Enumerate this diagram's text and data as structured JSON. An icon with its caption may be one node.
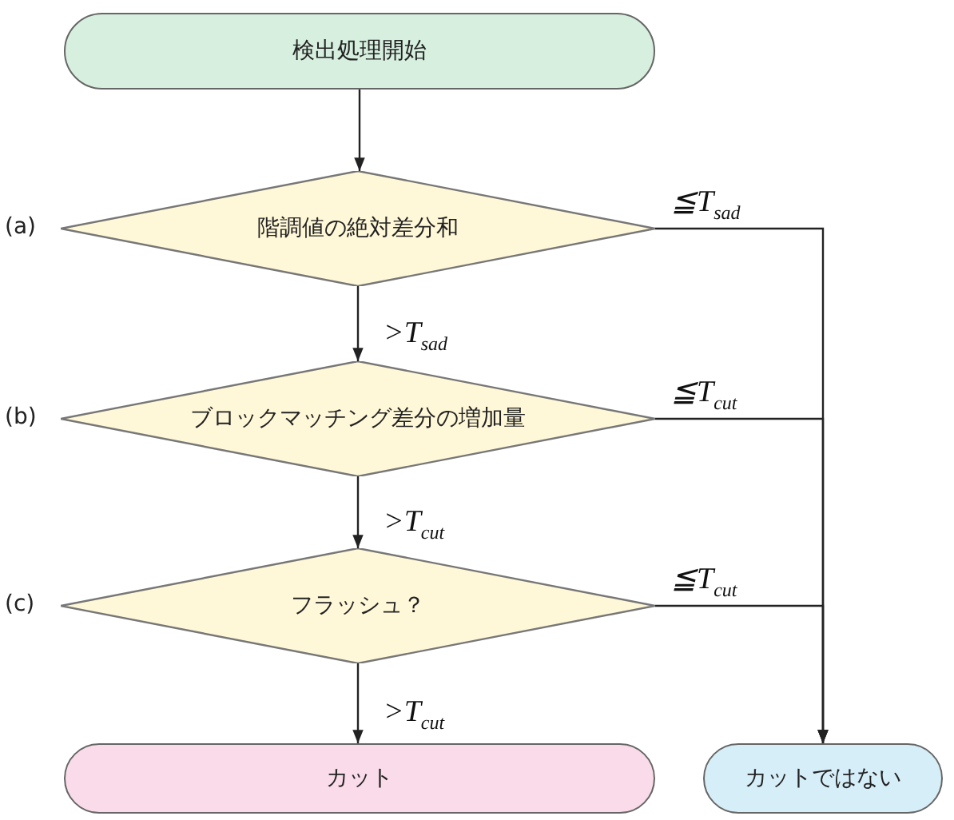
{
  "diagram": {
    "nodes": [
      {
        "text": [
          "検出処理開始"
        ]
      },
      {
        "text": [
          "階調値の絶対差分和"
        ],
        "beside": [
          "(a)"
        ]
      },
      {
        "text": [
          "ブロックマッチング差分の増加量"
        ],
        "beside": [
          "(b)"
        ]
      },
      {
        "text": [
          "フラッシュ？"
        ],
        "beside": [
          "(c)"
        ]
      },
      {
        "text": [
          "カット"
        ]
      },
      {
        "text": [
          "カットではない"
        ]
      }
    ],
    "edges": [
      {
        "from": 0,
        "to": 1,
        "arrow": "to"
      },
      {
        "from": 1,
        "to": 2,
        "arrow": "to",
        "label": ">T$_{sad}$"
      },
      {
        "from": 1,
        "to": 5,
        "arrow": "to",
        "label": "≦T$_{sad}$"
      },
      {
        "from": 2,
        "to": 5,
        "arrow": "to",
        "label": "≦T$_{cut}$"
      },
      {
        "from": 2,
        "to": 3,
        "arrow": "to",
        "label": ">T$_{cut}$"
      },
      {
        "from": 3,
        "to": 5,
        "arrow": "to",
        "label": "≦T$_{cut}$"
      },
      {
        "from": 3,
        "to": 4,
        "arrow": "to",
        "label": ">T$_{cut}$"
      }
    ]
  }
}
